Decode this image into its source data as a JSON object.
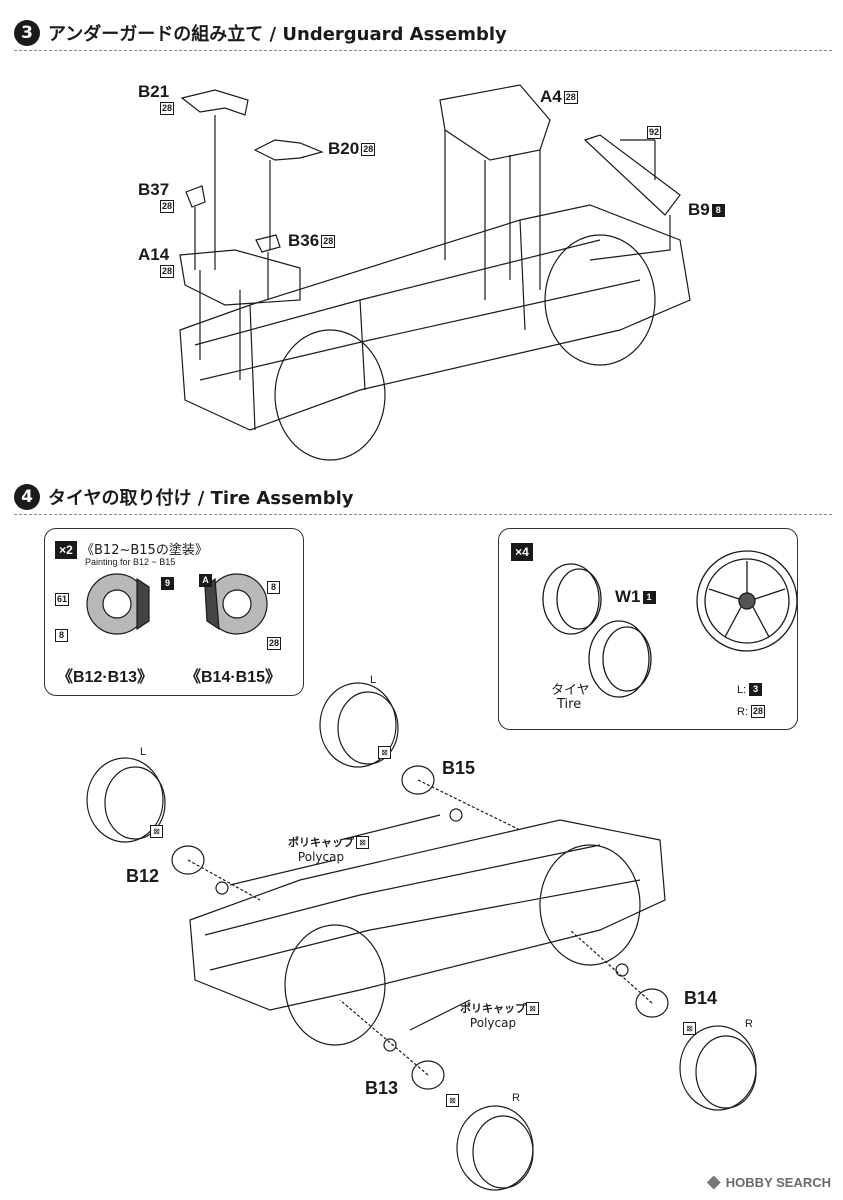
{
  "step3": {
    "number": "3",
    "title": "アンダーガードの組み立て  / Underguard Assembly",
    "parts": [
      {
        "id": "B21",
        "code": "28"
      },
      {
        "id": "B20",
        "code": "28"
      },
      {
        "id": "B37",
        "code": "28"
      },
      {
        "id": "B36",
        "code": "28"
      },
      {
        "id": "A14",
        "code": "28"
      },
      {
        "id": "A4",
        "code": "28"
      },
      {
        "id": "B9",
        "code": "8"
      }
    ],
    "callout_code": "92"
  },
  "step4": {
    "number": "4",
    "title": "タイヤの取り付け / Tire Assembly",
    "paint_box": {
      "multiplier": "×2",
      "heading_jp": "《B12~B15の塗装》",
      "heading_en": "Painting for B12 ~ B15",
      "codes_left": [
        "61",
        "9",
        "8"
      ],
      "codes_right": [
        "A",
        "8",
        "28"
      ],
      "caption_left": "《B12·B13》",
      "caption_right": "《B14·B15》"
    },
    "wheel_box": {
      "multiplier": "×4",
      "wheel_part": "W1",
      "wheel_code": "1",
      "tire_jp": "タイヤ",
      "tire_en": "Tire",
      "left_label": "L:",
      "left_code": "3",
      "right_label": "R:",
      "right_code": "28"
    },
    "brakes": [
      "B15",
      "B12",
      "B14",
      "B13"
    ],
    "side_labels": [
      "L",
      "L",
      "R",
      "R"
    ],
    "polycap_jp": "ポリキャップ",
    "polycap_en": "Polycap",
    "glue_mark": "⊠"
  },
  "brand": {
    "name": "HOBBY SEARCH"
  }
}
